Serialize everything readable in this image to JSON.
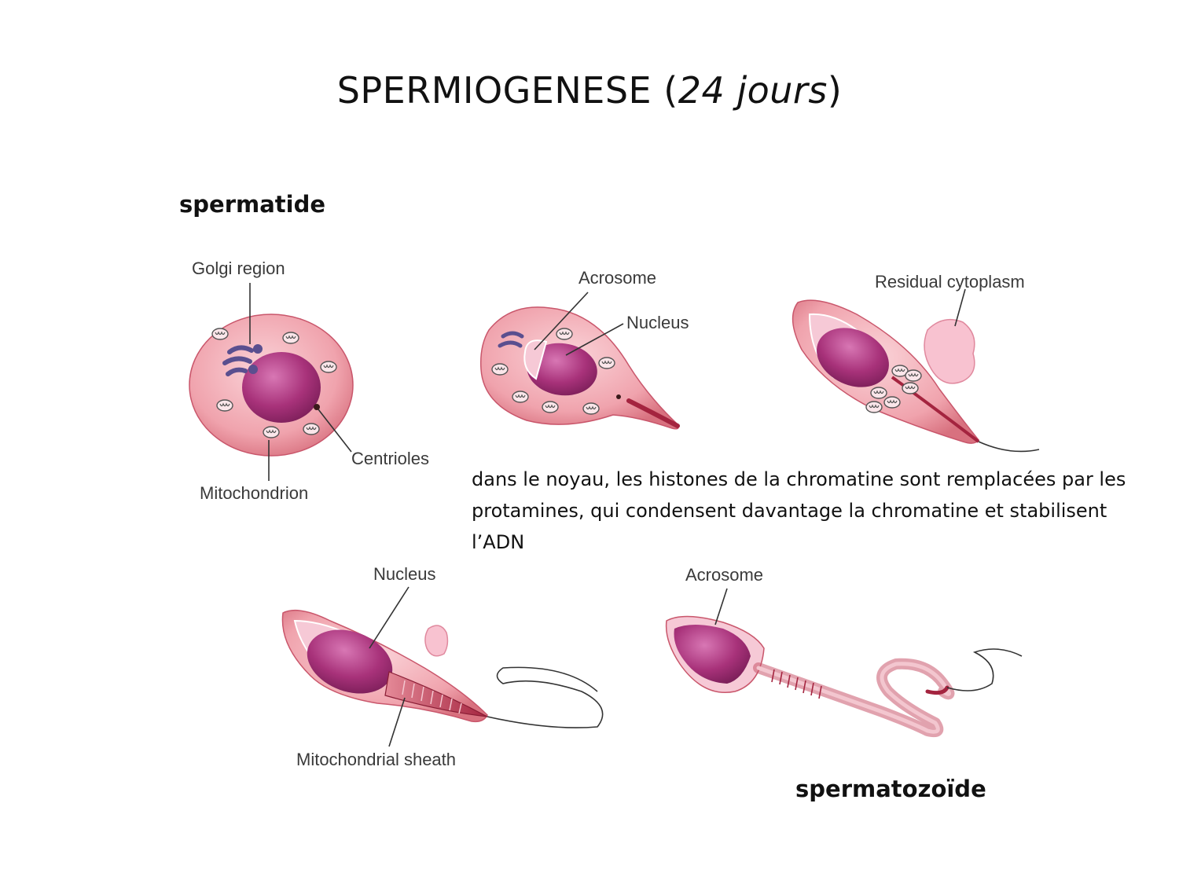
{
  "slide": {
    "title_main": "SPERMIOGENESE (",
    "title_italic": "24 jours",
    "title_end": ")",
    "heading_spermatid": "spermatide",
    "heading_spermatozoon": "spermatozoïde",
    "description": "dans le noyau, les histones de la chromatine sont remplacées par les protamines, qui condensent davantage la chromatine et stabilisent l’ADN"
  },
  "labels": {
    "golgi_region": "Golgi region",
    "centrioles": "Centrioles",
    "mitochondrion": "Mitochondrion",
    "acrosome_1": "Acrosome",
    "nucleus_1": "Nucleus",
    "residual_cytoplasm": "Residual cytoplasm",
    "nucleus_2": "Nucleus",
    "mitochondrial_sheath": "Mitochondrial sheath",
    "acrosome_2": "Acrosome"
  },
  "colors": {
    "cell_body": "#f0a3ad",
    "cell_edge": "#c9566b",
    "nucleus": "#a8327a",
    "acrosome": "#f6c9d6",
    "golgi": "#5a4f8f",
    "midpiece": "#a4243f"
  }
}
